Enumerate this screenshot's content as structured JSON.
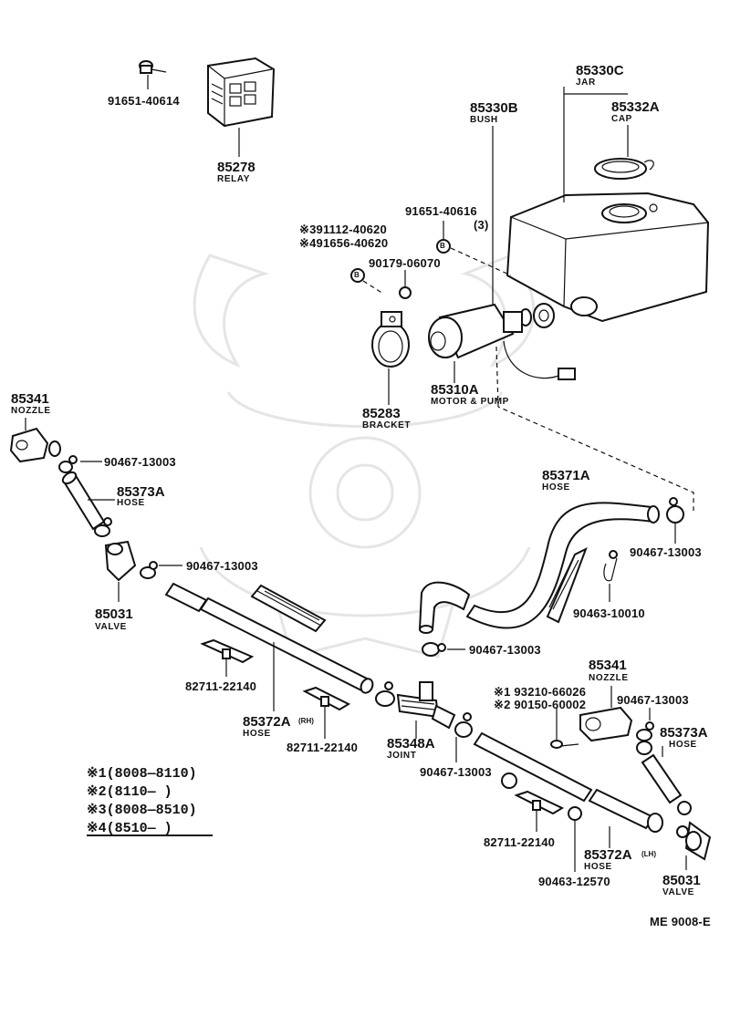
{
  "labels": {
    "screw_top": {
      "number": "91651-40614"
    },
    "relay": {
      "number": "85278",
      "name": "RELAY"
    },
    "jar": {
      "number": "85330C",
      "name": "JAR"
    },
    "cap": {
      "number": "85332A",
      "name": "CAP"
    },
    "bush": {
      "number": "85330B",
      "name": "BUSH"
    },
    "bolt_jar": {
      "number": "91651-40616",
      "qty": "(3)"
    },
    "note_bolt_1": {
      "number": "※391112-40620"
    },
    "note_bolt_2": {
      "number": "※491656-40620"
    },
    "nut_bracket": {
      "number": "90179-06070"
    },
    "bracket": {
      "number": "85283",
      "name": "BRACKET"
    },
    "motor_pump": {
      "number": "85310A",
      "name": "MOTOR & PUMP"
    },
    "nozzle_left": {
      "number": "85341",
      "name": "NOZZLE"
    },
    "clip_left_1": {
      "number": "90467-13003"
    },
    "hose_left_small": {
      "number": "85373A",
      "name": "HOSE"
    },
    "clip_left_2": {
      "number": "90467-13003"
    },
    "valve_left": {
      "number": "85031",
      "name": "VALVE"
    },
    "hose_main": {
      "number": "85371A",
      "name": "HOSE"
    },
    "clip_main_right": {
      "number": "90467-13003"
    },
    "clamp_main": {
      "number": "90463-10010"
    },
    "clip_mid": {
      "number": "90467-13003"
    },
    "clip_rh_1": {
      "number": "82711-22140"
    },
    "hose_rh": {
      "number": "85372A",
      "suffix": "(RH)",
      "name": "HOSE"
    },
    "clip_rh_2": {
      "number": "82711-22140"
    },
    "joint": {
      "number": "85348A",
      "name": "JOINT"
    },
    "clip_joint": {
      "number": "90467-13003"
    },
    "nozzle_right": {
      "number": "85341",
      "name": "NOZZLE"
    },
    "note_screw_1": {
      "number": "※1 93210-66026"
    },
    "note_screw_2": {
      "number": "※2 90150-60002"
    },
    "clip_right_1": {
      "number": "90467-13003"
    },
    "hose_right_small": {
      "number": "85373A",
      "name": "HOSE"
    },
    "clip_lh": {
      "number": "82711-22140"
    },
    "hose_lh": {
      "number": "85372A",
      "suffix": "(LH)",
      "name": "HOSE"
    },
    "clamp_lh": {
      "number": "90463-12570"
    },
    "valve_right": {
      "number": "85031",
      "name": "VALVE"
    }
  },
  "legend": [
    "※1(8008—8110)",
    "※2(8110—     )",
    "※3(8008—8510)",
    "※4(8510—     )"
  ],
  "figure_code": "ME  9008-E",
  "callout_letter": "B"
}
